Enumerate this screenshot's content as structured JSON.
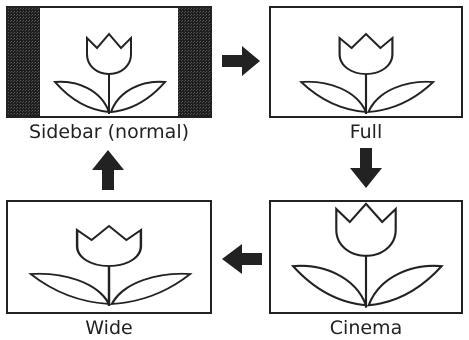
{
  "modes": [
    {
      "id": "sidebar",
      "label": "Sidebar (normal)"
    },
    {
      "id": "full",
      "label": "Full"
    },
    {
      "id": "cinema",
      "label": "Cinema"
    },
    {
      "id": "wide",
      "label": "Wide"
    }
  ],
  "colors": {
    "bar": "#2a2a2a",
    "outline": "#222222",
    "background": "#ffffff",
    "arrow": "#222222"
  },
  "icons": {
    "tulip": "tulip-icon",
    "arrow_right": "arrow-right-icon",
    "arrow_down": "arrow-down-icon",
    "arrow_left": "arrow-left-icon",
    "arrow_up": "arrow-up-icon"
  }
}
